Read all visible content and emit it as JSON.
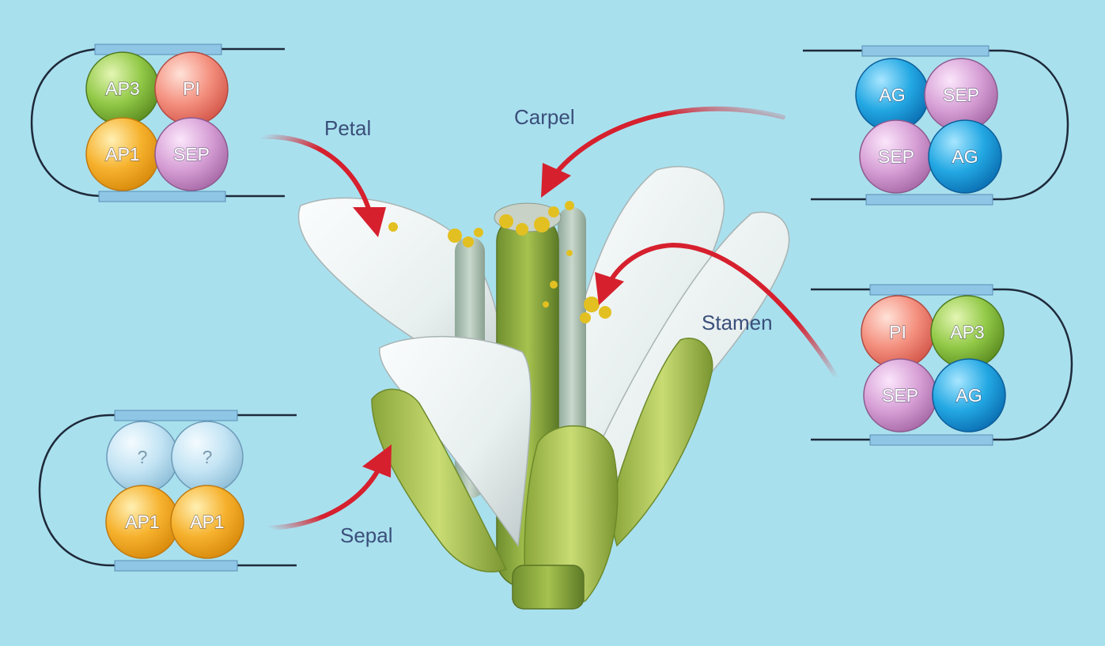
{
  "labels": {
    "petal": "Petal",
    "carpel": "Carpel",
    "stamen": "Stamen",
    "sepal": "Sepal"
  },
  "complexes": {
    "petal": [
      "AP3",
      "PI",
      "AP1",
      "SEP"
    ],
    "carpel": [
      "AG",
      "SEP",
      "SEP",
      "AG"
    ],
    "stamen": [
      "PI",
      "AP3",
      "SEP",
      "AG"
    ],
    "sepal": [
      "?",
      "?",
      "AP1",
      "AP1"
    ]
  },
  "colors": {
    "background": "#a9e0ee",
    "arrow": "#d6202e",
    "AP3": "#8cc43f",
    "PI": "#f48a7c",
    "AP1": "#f6b12c",
    "SEP": "#d49ad2",
    "AG": "#1ea7e1",
    "?": "#bfe3f4",
    "dna_bar": "#8fc6e6"
  }
}
